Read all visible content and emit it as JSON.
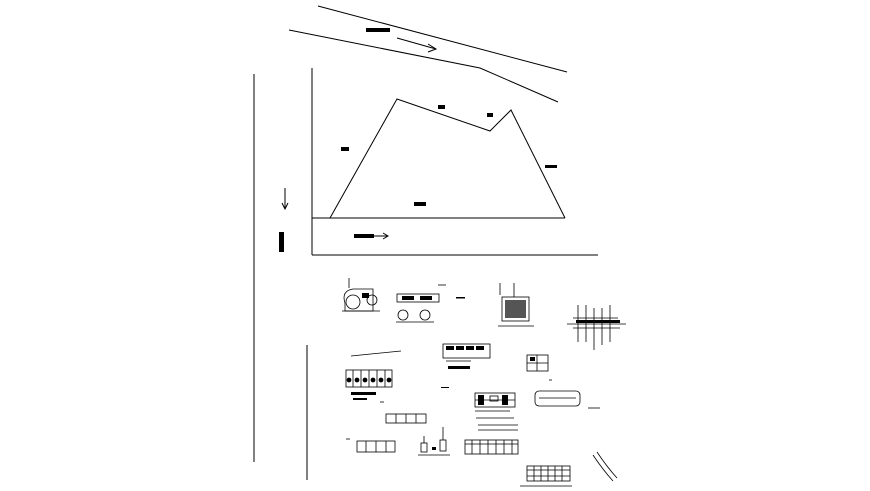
{
  "drawing": {
    "type": "cad-site-plan",
    "background_color": "#ffffff",
    "line_color": "#000000",
    "annotations_legible": false,
    "direction_arrows": [
      "east",
      "south",
      "east"
    ],
    "detail_sheets_count": 14
  }
}
